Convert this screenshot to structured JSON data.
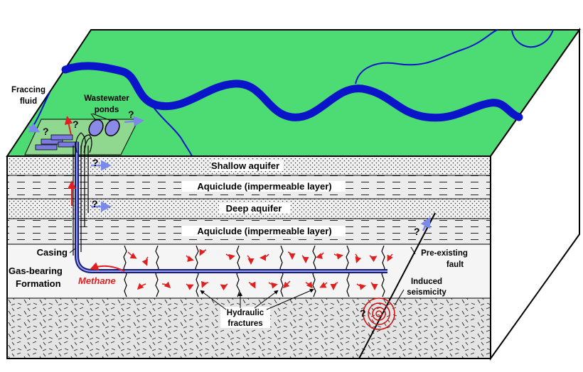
{
  "layers": {
    "shallow_aquifer": "Shallow aquifer",
    "aquiclude_upper": "Aquiclude (impermeable layer)",
    "deep_aquifer": "Deep aquifer",
    "aquiclude_lower": "Aquiclude (impermeable layer)"
  },
  "labels": {
    "fraccing_fluid_line1": "Fraccing",
    "fraccing_fluid_line2": "fluid",
    "wastewater_line1": "Wastewater",
    "wastewater_line2": "ponds",
    "casing": "Casing",
    "gas_bearing_line1": "Gas-bearing",
    "gas_bearing_line2": "Formation",
    "methane": "Methane",
    "fault_line1": "Pre-existing",
    "fault_line2": "fault",
    "seismicity_line1": "Induced",
    "seismicity_line2": "seismicity",
    "hydraulic_line1": "Hydraulic",
    "hydraulic_line2": "fractures",
    "question": "?"
  },
  "colors": {
    "surface": "#4ddb73",
    "river": "#0a14c8",
    "site_pad": "#90d890",
    "aquifer": "#f0f0f0",
    "aquiclude": "#e8e8e8",
    "formation": "#f5f5f5",
    "basement": "#e0e0e0",
    "well": "#1a1a6e",
    "arrow_red": "#e02020",
    "arrow_blue": "#7a8ae8"
  }
}
